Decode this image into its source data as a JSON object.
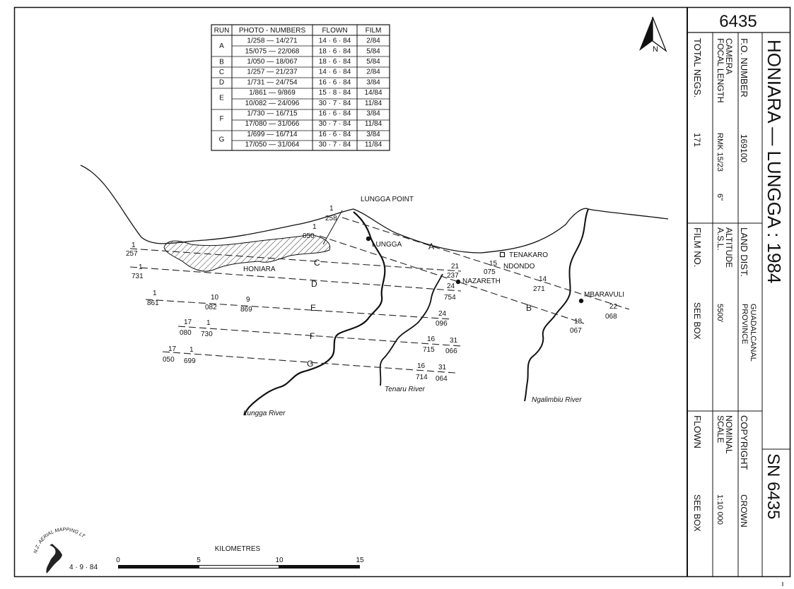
{
  "sheet_number": "6435",
  "title": "HONIARA — LUNGGA : 1984",
  "sortie": "SN 6435",
  "info": {
    "fo_label": "F.O. NUMBER",
    "fo_value": "169100",
    "camera_label": "CAMERA",
    "focal_label": "FOCAL LENGTH",
    "camera_value": "RMK 15/23",
    "focal_value": "6\"",
    "negs_label": "TOTAL NEGS.",
    "negs_value": "171",
    "land_label": "LAND DIST.",
    "land_value_1": "GUADALCANAL",
    "land_value_2": "PROVINCE",
    "altitude_label": "ALTITUDE",
    "asl_label": "A.S.L.",
    "altitude_value": "5500'",
    "film_label": "FILM NO.",
    "film_value": "SEE BOX",
    "copyright_label": "COPYRIGHT",
    "copyright_value": "CROWN",
    "nominal_label": "NOMINAL",
    "scale_label": "SCALE",
    "scale_value": "1:10 000",
    "flown_label": "FLOWN",
    "flown_value": "SEE BOX"
  },
  "table": {
    "headers": [
      "RUN",
      "PHOTO - NUMBERS",
      "FLOWN",
      "FILM"
    ],
    "rows": [
      {
        "run": "A",
        "photos": "1/258 — 14/271",
        "flown": "14 · 6 · 84",
        "film": "2/84"
      },
      {
        "run": "",
        "photos": "15/075 — 22/068",
        "flown": "18 · 6 · 84",
        "film": "5/84"
      },
      {
        "run": "B",
        "photos": "1/050 — 18/067",
        "flown": "18 · 6 · 84",
        "film": "5/84"
      },
      {
        "run": "C",
        "photos": "1/257 — 21/237",
        "flown": "14 · 6 · 84",
        "film": "2/84"
      },
      {
        "run": "D",
        "photos": "1/731 — 24/754",
        "flown": "16 · 6 · 84",
        "film": "3/84"
      },
      {
        "run": "E",
        "photos": "1/861 — 9/869",
        "flown": "15 · 8 · 84",
        "film": "14/84"
      },
      {
        "run": "",
        "photos": "10/082 — 24/096",
        "flown": "30 · 7 · 84",
        "film": "11/84"
      },
      {
        "run": "F",
        "photos": "1/730 — 16/715",
        "flown": "16 · 6 · 84",
        "film": "3/84"
      },
      {
        "run": "",
        "photos": "17/080 — 31/066",
        "flown": "30 · 7 · 84",
        "film": "11/84"
      },
      {
        "run": "G",
        "photos": "1/699 — 16/714",
        "flown": "16 · 6 · 84",
        "film": "3/84"
      },
      {
        "run": "",
        "photos": "17/050 — 31/064",
        "flown": "30 · 7 · 84",
        "film": "11/84"
      }
    ]
  },
  "north": "N",
  "places": {
    "lungga_point": "LUNGGA POINT",
    "lungga": "LUNGGA",
    "honiara": "HONIARA",
    "tenakaro": "TENAKARO",
    "ndondo": "NDONDO",
    "nazareth": "NAZARETH",
    "mbaravuli": "MBARAVULI",
    "lungga_river": "Lungga River",
    "tenaru_river": "Tenaru River",
    "ngalimbiu_river": "Ngalimbiu River"
  },
  "runs": {
    "a": "A",
    "b": "B",
    "c": "C",
    "d": "D",
    "e": "E",
    "f": "F",
    "g": "G"
  },
  "photo_labels": {
    "a1_n": "1",
    "a1_d": "258",
    "a15_n": "15",
    "a15_d": "075",
    "a14_n": "14",
    "a14_d": "271",
    "a22_n": "22",
    "a22_d": "068",
    "b1_n": "1",
    "b1_d": "050",
    "b18_n": "18",
    "b18_d": "067",
    "c1_n": "1",
    "c1_d": "257",
    "c21_n": "21",
    "c21_d": "237",
    "d1_n": "1",
    "d1_d": "731",
    "d24_n": "24",
    "d24_d": "754",
    "e1_n": "1",
    "e1_d": "861",
    "e10_n": "10",
    "e10_d": "082",
    "e9_n": "9",
    "e9_d": "869",
    "e24_n": "24",
    "e24_d": "096",
    "f17_n": "17",
    "f17_d": "080",
    "f1_n": "1",
    "f1_d": "730",
    "f16_n": "16",
    "f16_d": "715",
    "f31_n": "31",
    "f31_d": "066",
    "g17_n": "17",
    "g17_d": "050",
    "g1_n": "1",
    "g1_d": "699",
    "g16_n": "16",
    "g16_d": "714",
    "g31_n": "31",
    "g31_d": "064"
  },
  "scale_bar": {
    "title": "KILOMETRES",
    "ticks": [
      "0",
      "5",
      "10",
      "15"
    ]
  },
  "maker": "N.Z. AERIAL MAPPING LTD.",
  "date": "4 · 9 · 84"
}
